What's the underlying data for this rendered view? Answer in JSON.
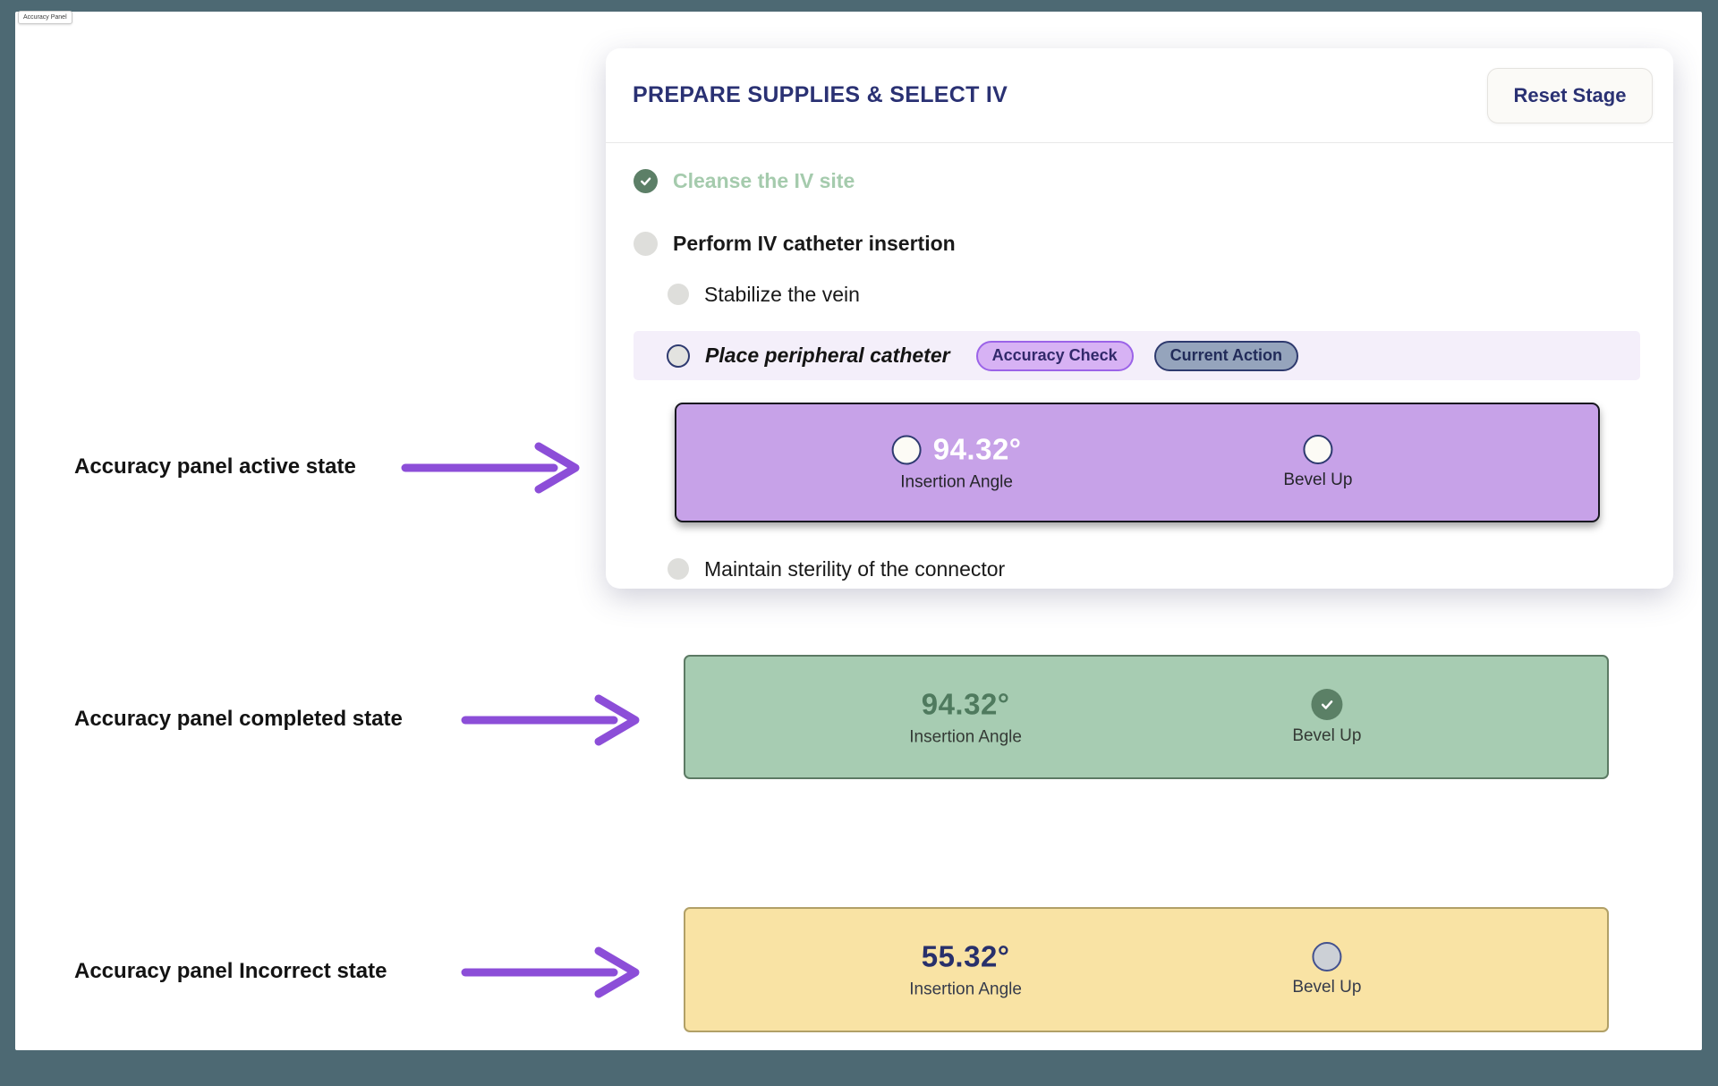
{
  "mini_label": "Accuracy Panel",
  "card": {
    "title": "PREPARE SUPPLIES & SELECT IV",
    "reset_button_label": "Reset Stage",
    "items": [
      {
        "label": "Cleanse the IV site",
        "state": "completed"
      },
      {
        "label": "Perform IV catheter insertion",
        "state": "pending"
      },
      {
        "label": "Stabilize the vein",
        "state": "pending-sub"
      },
      {
        "label": "Place peripheral catheter",
        "state": "active-sub",
        "badges": [
          "Accuracy Check",
          "Current Action"
        ]
      },
      {
        "label": "Maintain sterility of the connector",
        "state": "pending-sub"
      }
    ]
  },
  "accuracy_panels": {
    "active": {
      "angle_value": "94.32°",
      "angle_label": "Insertion Angle",
      "bevel_label": "Bevel Up"
    },
    "completed": {
      "angle_value": "94.32°",
      "angle_label": "Insertion Angle",
      "bevel_label": "Bevel Up"
    },
    "incorrect": {
      "angle_value": "55.32°",
      "angle_label": "Insertion Angle",
      "bevel_label": "Bevel Up"
    }
  },
  "annotations": [
    {
      "label": "Accuracy panel active state"
    },
    {
      "label": "Accuracy panel completed state"
    },
    {
      "label": "Accuracy panel Incorrect state"
    }
  ],
  "colors": {
    "frame": "#4d6973",
    "header_navy": "#2a3173",
    "completed_item_green": "#a5cbad",
    "check_circle_green": "#5c7f67",
    "highlight_band": "#f4effa",
    "badge_accuracy_bg": "#d7b2f4",
    "badge_current_bg": "#95a4bc",
    "active_panel_bg": "#c7a2e8",
    "completed_panel_bg": "#a7ccb2",
    "incorrect_panel_bg": "#f9e3a4",
    "arrow_purple": "#8c4ed8"
  }
}
